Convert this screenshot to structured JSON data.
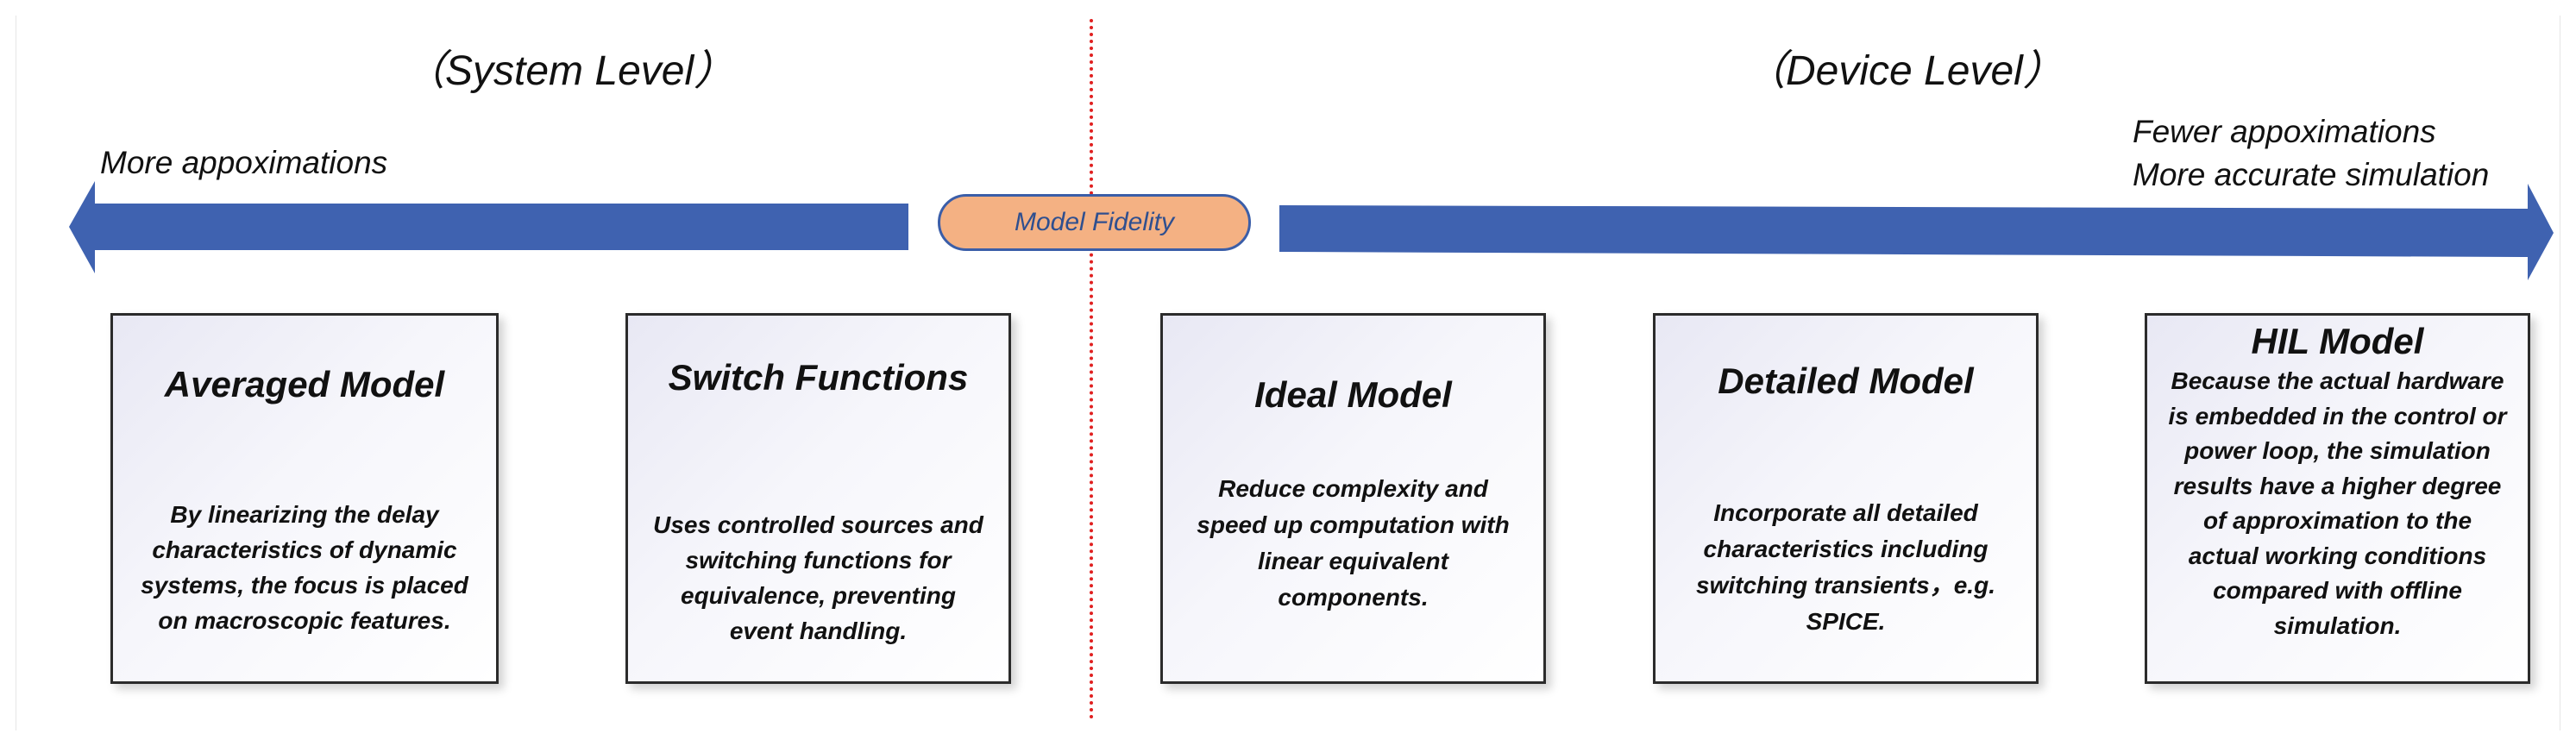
{
  "header": {
    "system_level": "（System Level）",
    "device_level": "（Device Level）"
  },
  "notes": {
    "left": "More appoximations",
    "right_line1": "Fewer appoximations",
    "right_line2": "More accurate simulation"
  },
  "fidelity_label": "Model Fidelity",
  "colors": {
    "arrow": "#3f62b0",
    "pill_fill": "#f4b183",
    "divider": "#e02020"
  },
  "cards": [
    {
      "title": "Averaged Model",
      "desc": "By linearizing the delay characteristics of dynamic systems, the focus is placed on macroscopic features."
    },
    {
      "title": "Switch Functions",
      "desc": "Uses controlled sources and switching functions for equivalence, preventing event handling."
    },
    {
      "title": "Ideal Model",
      "desc": "Reduce complexity and speed up computation with linear equivalent components."
    },
    {
      "title": "Detailed Model",
      "desc": "Incorporate all detailed characteristics including switching transients，e.g. SPICE."
    },
    {
      "title": "HIL Model",
      "desc": "Because the actual hardware is embedded in the control or power loop, the simulation results have a higher degree of approximation to the actual working conditions compared with offline simulation."
    }
  ]
}
